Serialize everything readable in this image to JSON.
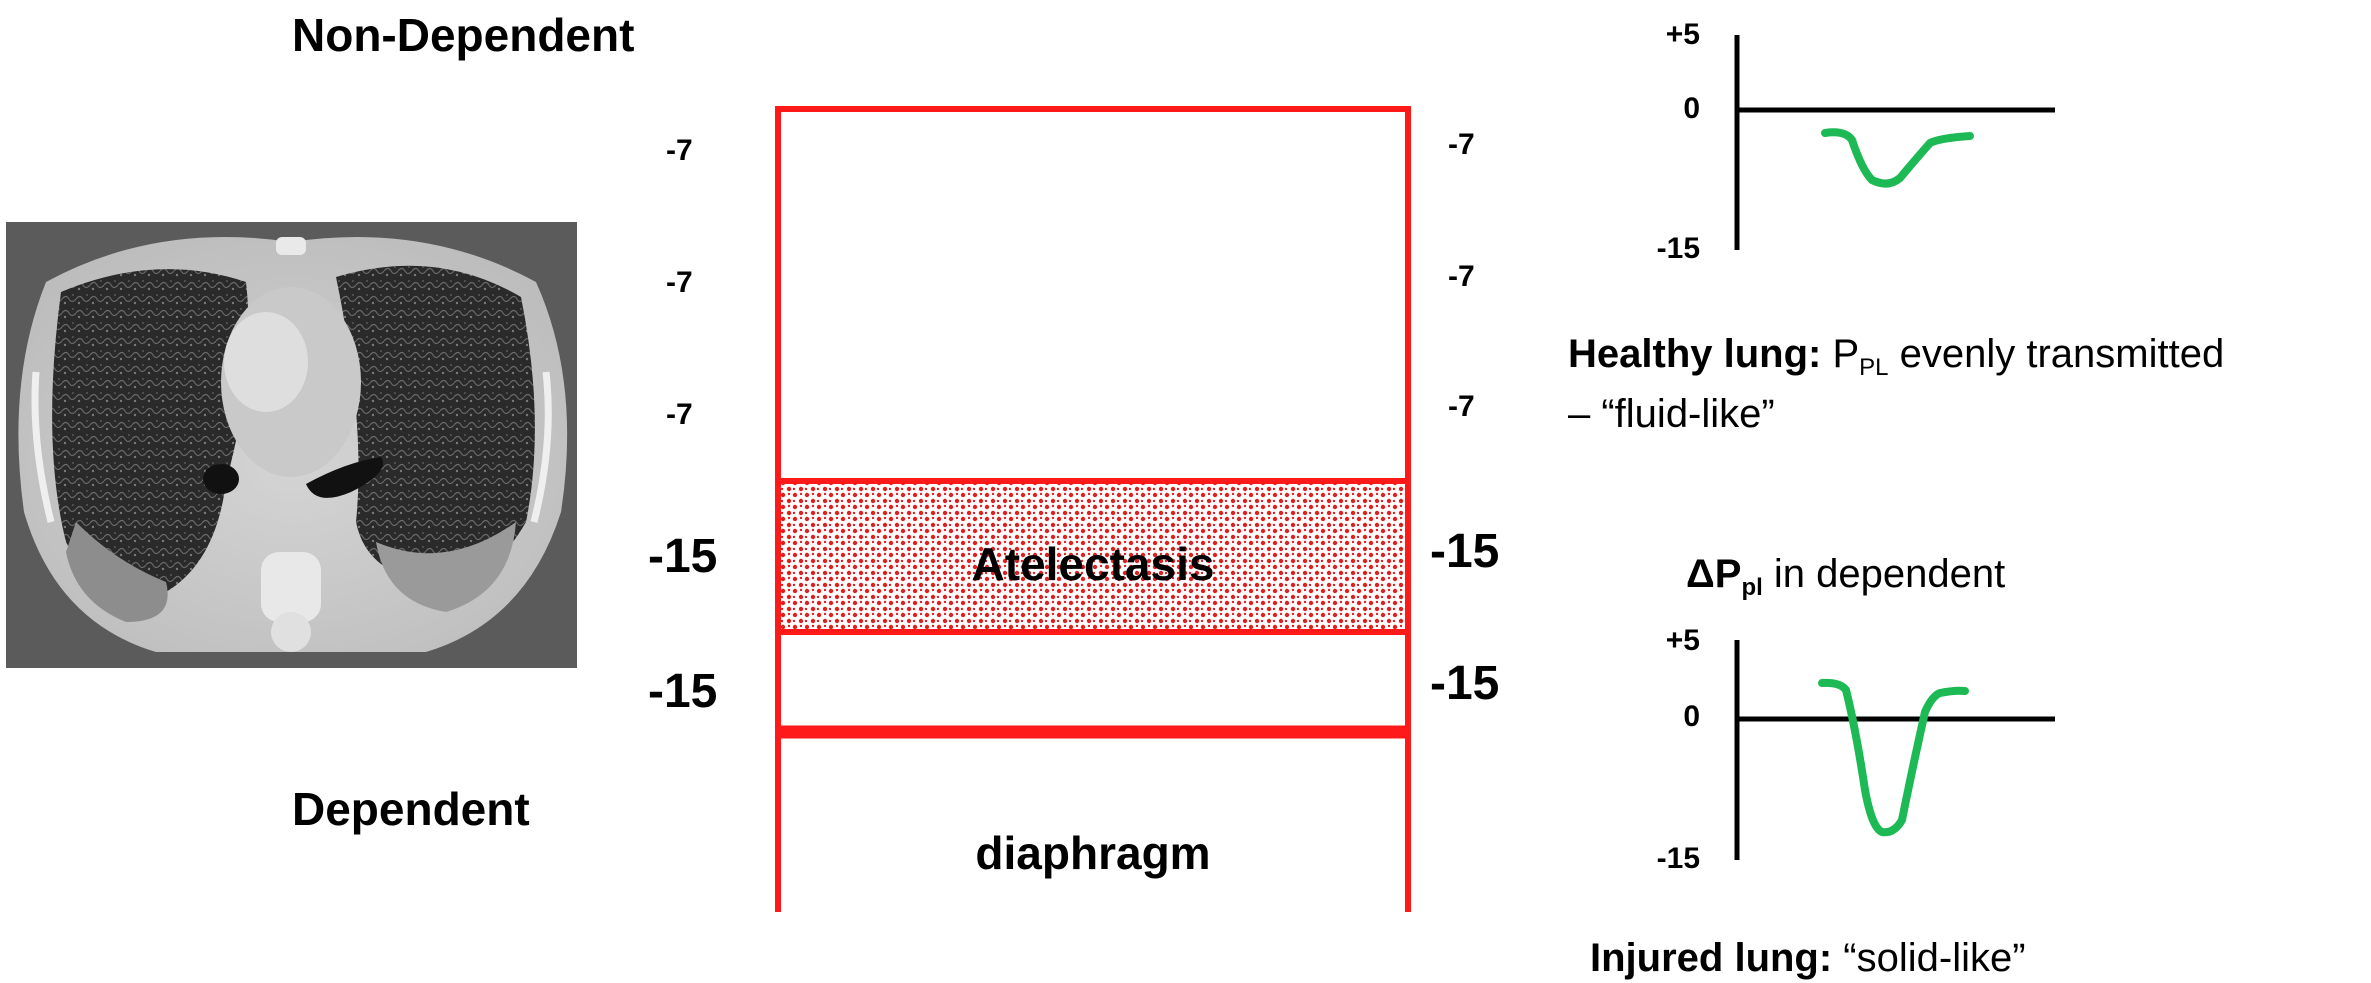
{
  "regions": {
    "top": "Non-Dependent",
    "bottom": "Dependent"
  },
  "lung_column": {
    "left_pressures": [
      "-7",
      "-7",
      "-7",
      "-15",
      "-15"
    ],
    "right_pressures": [
      "-7",
      "-7",
      "-7",
      "-15",
      "-15"
    ],
    "atelectasis_label": "Atelectasis",
    "diaphragm_label": "diaphragm",
    "colors": {
      "outline": "#ff1a1a",
      "atelectasis_dots": "#e02020"
    }
  },
  "healthy_plot": {
    "ticks": [
      "+5",
      "0",
      "-15"
    ],
    "caption_bold": "Healthy lung:",
    "caption_P": "P",
    "caption_sub": "PL",
    "caption_rest": " evenly transmitted",
    "caption_line2": "– “fluid-like”",
    "trace_color": "#1db954"
  },
  "injured_plot": {
    "heading_bold": "ΔP",
    "heading_sub": "pl",
    "heading_rest": " in dependent",
    "ticks": [
      "+5",
      "0",
      "-15"
    ],
    "caption_bold": "Injured lung:",
    "caption_rest": " “solid-like”",
    "trace_color": "#1db954"
  },
  "image": {
    "subject": "chest-ct-scan"
  }
}
